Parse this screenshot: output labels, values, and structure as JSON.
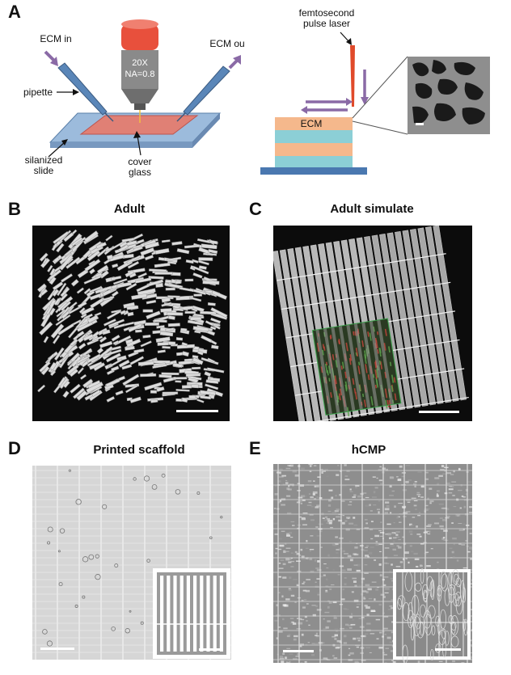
{
  "panels": {
    "a": {
      "letter": "A",
      "labels": {
        "ecm_in": "ECM in",
        "ecm_out": "ECM ou",
        "pipette": "pipette",
        "objective_mag": "20X",
        "objective_na": "NA=0.8",
        "silanized_line1": "silanized",
        "silanized_line2": "slide",
        "cover_line1": "cover",
        "cover_line2": "glass",
        "laser_line1": "femtosecond",
        "laser_line2": "pulse laser",
        "ecm_layer": "ECM"
      }
    },
    "b": {
      "letter": "B",
      "title": "Adult"
    },
    "c": {
      "letter": "C",
      "title": "Adult simulate"
    },
    "d": {
      "letter": "D",
      "title": "Printed scaffold"
    },
    "e": {
      "letter": "E",
      "title": "hCMP"
    }
  },
  "colors": {
    "objective_red": "#e8503c",
    "pipette_blue": "#5a86b8",
    "arrow_purple": "#8a6aa6",
    "laser_red": "#e04a2a",
    "layer_orange": "#f5b88c",
    "layer_cyan": "#8ccfd6",
    "base_blue": "#4a78b0",
    "slide_blue": "#8fb2d6",
    "coverglass_red": "#e66a5a",
    "panel_black": "#0c0c0c",
    "micrograph_gray": "#c8c8c8"
  }
}
